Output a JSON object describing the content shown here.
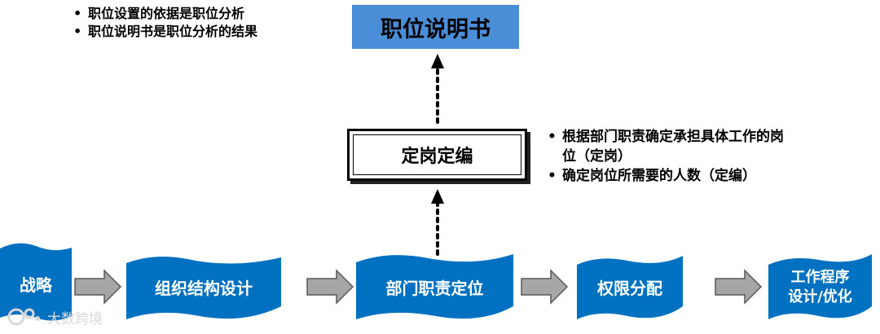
{
  "top_bullets": [
    "职位设置的依据是职位分析",
    "职位说明书是职位分析的结果"
  ],
  "title_box": "职位说明书",
  "post_box": "定岗定编",
  "side_bullets": [
    "根据部门职责确定承担具体工作的岗位（定岗）",
    "确定岗位所需要的人数（定编）"
  ],
  "flow_steps": [
    {
      "label": "战略"
    },
    {
      "label": "组织结构设计"
    },
    {
      "label": "部门职责定位"
    },
    {
      "label": "权限分配"
    },
    {
      "label": "工作程序设计/优化",
      "line1": "工作程序",
      "line2": "设计/优化"
    }
  ],
  "watermark": "大数跨境",
  "colors": {
    "flag_blue": "#0070c0",
    "title_box": "#4a8ed8",
    "arrow_gray": "#a6a6a6"
  }
}
